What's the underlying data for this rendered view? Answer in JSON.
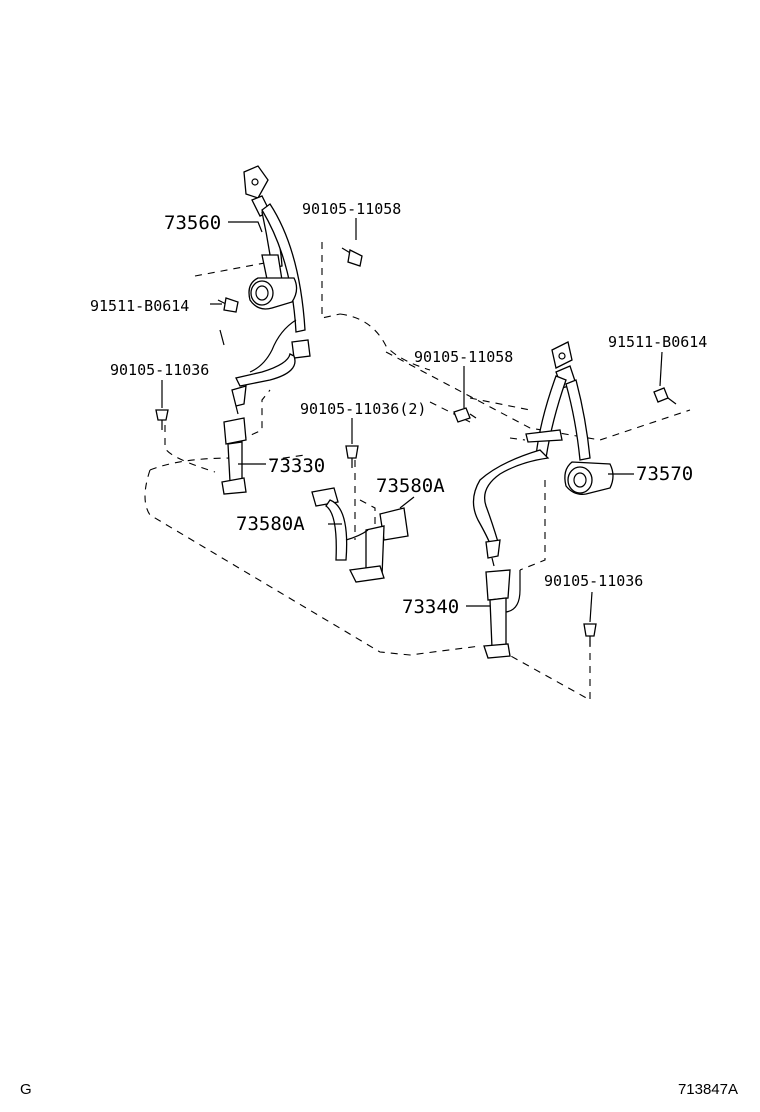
{
  "labels": {
    "p73560": "73560",
    "p90105_11058_top": "90105-11058",
    "p91511_left": "91511-B0614",
    "p90105_11036_left": "90105-11036",
    "p90105_11058_mid": "90105-11058",
    "p91511_right": "91511-B0614",
    "p90105_11036_2": "90105-11036(2)",
    "p73330": "73330",
    "p73580A_right": "73580A",
    "p73580A_left": "73580A",
    "p73570": "73570",
    "p90105_11036_right": "90105-11036",
    "p73340": "73340"
  },
  "footer": {
    "left": "G",
    "right": "713847A"
  },
  "icons": [
    "bolt-icon",
    "seat-belt-retractor-icon",
    "buckle-icon"
  ]
}
